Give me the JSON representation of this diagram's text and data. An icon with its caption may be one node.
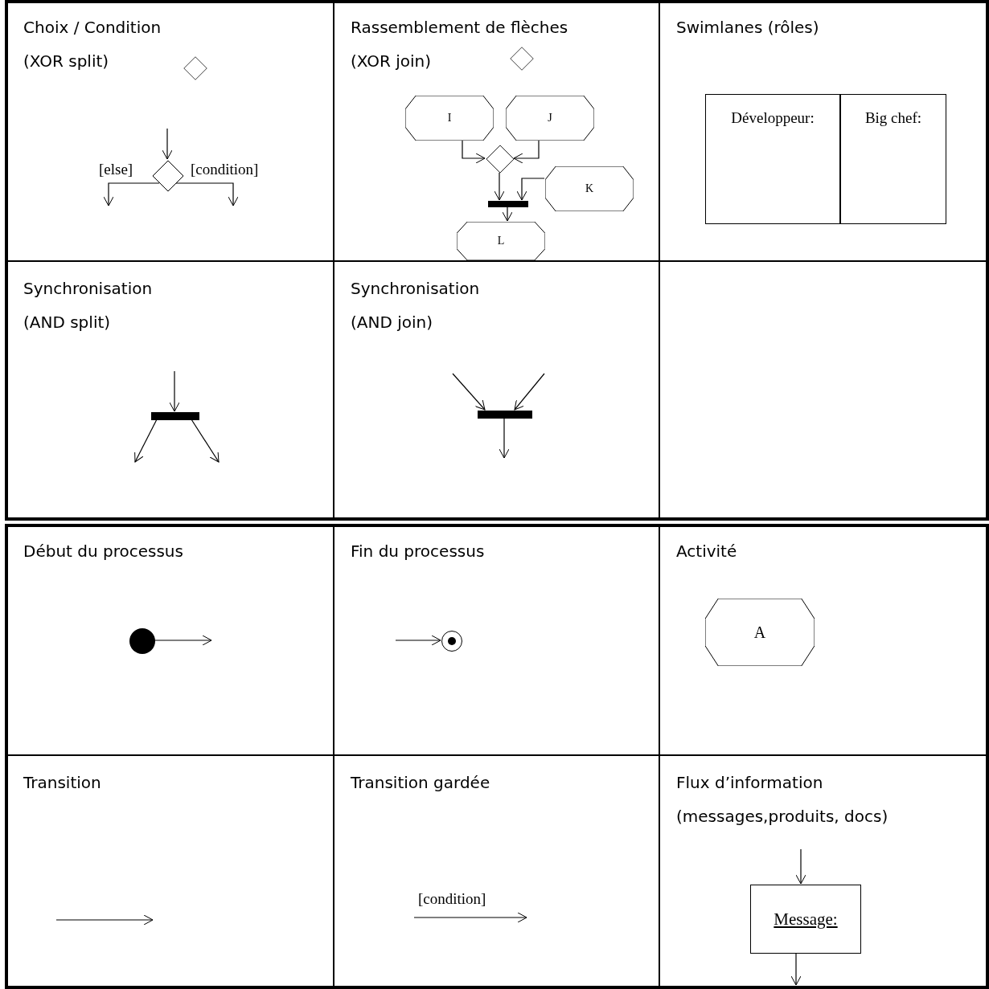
{
  "diagram": {
    "nodes": [
      {
        "text": [
          "Choix / Condition",
          "(XOR split)"
        ]
      },
      {
        "text": [],
        "shape": "diamond",
        "in": 0
      },
      {
        "text": [],
        "shape": "diamond",
        "in": 0
      },
      {
        "text": [
          "Rassemblement de flèches",
          "(XOR join)"
        ]
      },
      {
        "text": [],
        "shape": "diamond",
        "in": 3
      },
      {
        "text": [
          "I"
        ],
        "in": 3
      },
      {
        "text": [
          "J"
        ],
        "in": 3
      },
      {
        "text": [],
        "shape": "diamond",
        "in": 3
      },
      {
        "text": [
          "K"
        ],
        "in": 3
      },
      {
        "text": [],
        "shape": "bar",
        "in": 3
      },
      {
        "text": [
          "L"
        ],
        "in": 3
      },
      {
        "text": [
          "Swimlanes (rôles)"
        ]
      },
      {
        "text": [
          "Développeur:"
        ],
        "in": 11
      },
      {
        "text": [
          "Big chef:"
        ],
        "in": 11
      },
      {
        "text": [
          "Synchronisation",
          "(AND split)"
        ]
      },
      {
        "text": [],
        "shape": "bar",
        "in": 14
      },
      {
        "text": [
          "Synchronisation",
          "(AND join)"
        ]
      },
      {
        "text": [],
        "shape": "bar",
        "in": 16
      },
      {
        "text": [],
        "shape": "box"
      },
      {
        "text": [
          "Début du processus"
        ]
      },
      {
        "text": [],
        "shape": "circle",
        "in": 19
      },
      {
        "text": [
          "Fin du processus"
        ]
      },
      {
        "text": [],
        "shape": "circle",
        "in": 21
      },
      {
        "text": [
          "Activité"
        ]
      },
      {
        "text": [
          "A"
        ],
        "in": 23
      },
      {
        "text": [
          "Transition"
        ]
      },
      {
        "text": [
          "Transition gardée"
        ]
      },
      {
        "text": [
          "Flux d’information",
          "(messages,produits, docs)"
        ]
      },
      {
        "text": [
          "Message:"
        ],
        "in": 27
      }
    ],
    "edges": [
      {
        "from": null,
        "to": 2,
        "arrow": "to"
      },
      {
        "from": 2,
        "to": null,
        "arrow": "to",
        "label": "[else]"
      },
      {
        "from": 2,
        "to": null,
        "arrow": "to",
        "label": "[condition]"
      },
      {
        "from": 5,
        "to": 7,
        "arrow": "to"
      },
      {
        "from": 6,
        "to": 7,
        "arrow": "to"
      },
      {
        "from": 7,
        "to": 9,
        "arrow": "to"
      },
      {
        "from": 8,
        "to": 9,
        "arrow": "to"
      },
      {
        "from": 9,
        "to": 10,
        "arrow": "to"
      },
      {
        "from": null,
        "to": 15,
        "arrow": "to"
      },
      {
        "from": 15,
        "to": null,
        "arrow": "to"
      },
      {
        "from": 15,
        "to": null,
        "arrow": "to"
      },
      {
        "from": null,
        "to": 17,
        "arrow": "to"
      },
      {
        "from": null,
        "to": 17,
        "arrow": "to"
      },
      {
        "from": 17,
        "to": null,
        "arrow": "to"
      },
      {
        "from": 20,
        "to": null,
        "arrow": "to"
      },
      {
        "from": null,
        "to": 22,
        "arrow": "to"
      },
      {
        "from": null,
        "to": 28,
        "arrow": "to"
      },
      {
        "from": 28,
        "to": null,
        "arrow": "to"
      }
    ],
    "labels": [
      "[condition]"
    ]
  }
}
